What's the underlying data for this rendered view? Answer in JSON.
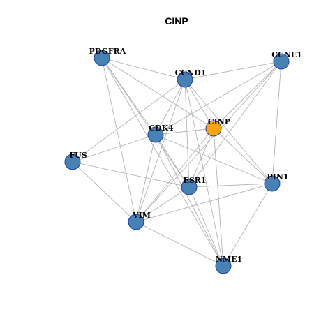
{
  "figure": {
    "title": "CINP"
  },
  "colors": {
    "default_node": "#4682b4",
    "highlight_node": "#ffa500",
    "node_border": "#1a3fb0",
    "edge": "#b3b3b3"
  },
  "network": {
    "highlight": "CINP",
    "nodes": [
      "PDGFRA",
      "CCNE1",
      "CCND1",
      "CINP",
      "CDK4",
      "FUS",
      "ESR1",
      "PIN1",
      "VIM",
      "NME1"
    ],
    "edges": [
      [
        "PDGFRA",
        "CCND1"
      ],
      [
        "PDGFRA",
        "CDK4"
      ],
      [
        "PDGFRA",
        "CINP"
      ],
      [
        "PDGFRA",
        "ESR1"
      ],
      [
        "PDGFRA",
        "VIM"
      ],
      [
        "PDGFRA",
        "NME1"
      ],
      [
        "CCNE1",
        "CCND1"
      ],
      [
        "CCNE1",
        "CDK4"
      ],
      [
        "CCNE1",
        "CINP"
      ],
      [
        "CCNE1",
        "ESR1"
      ],
      [
        "CCNE1",
        "PIN1"
      ],
      [
        "CCNE1",
        "VIM"
      ],
      [
        "CCND1",
        "FUS"
      ],
      [
        "CCND1",
        "CDK4"
      ],
      [
        "CCND1",
        "CINP"
      ],
      [
        "CCND1",
        "ESR1"
      ],
      [
        "CCND1",
        "PIN1"
      ],
      [
        "CCND1",
        "VIM"
      ],
      [
        "CCND1",
        "NME1"
      ],
      [
        "CINP",
        "CDK4"
      ],
      [
        "CINP",
        "ESR1"
      ],
      [
        "CINP",
        "PIN1"
      ],
      [
        "CINP",
        "VIM"
      ],
      [
        "CINP",
        "NME1"
      ],
      [
        "CDK4",
        "FUS"
      ],
      [
        "CDK4",
        "ESR1"
      ],
      [
        "CDK4",
        "PIN1"
      ],
      [
        "CDK4",
        "VIM"
      ],
      [
        "CDK4",
        "NME1"
      ],
      [
        "FUS",
        "ESR1"
      ],
      [
        "FUS",
        "VIM"
      ],
      [
        "ESR1",
        "PIN1"
      ],
      [
        "ESR1",
        "VIM"
      ],
      [
        "ESR1",
        "NME1"
      ],
      [
        "PIN1",
        "VIM"
      ],
      [
        "PIN1",
        "NME1"
      ],
      [
        "VIM",
        "NME1"
      ]
    ]
  }
}
